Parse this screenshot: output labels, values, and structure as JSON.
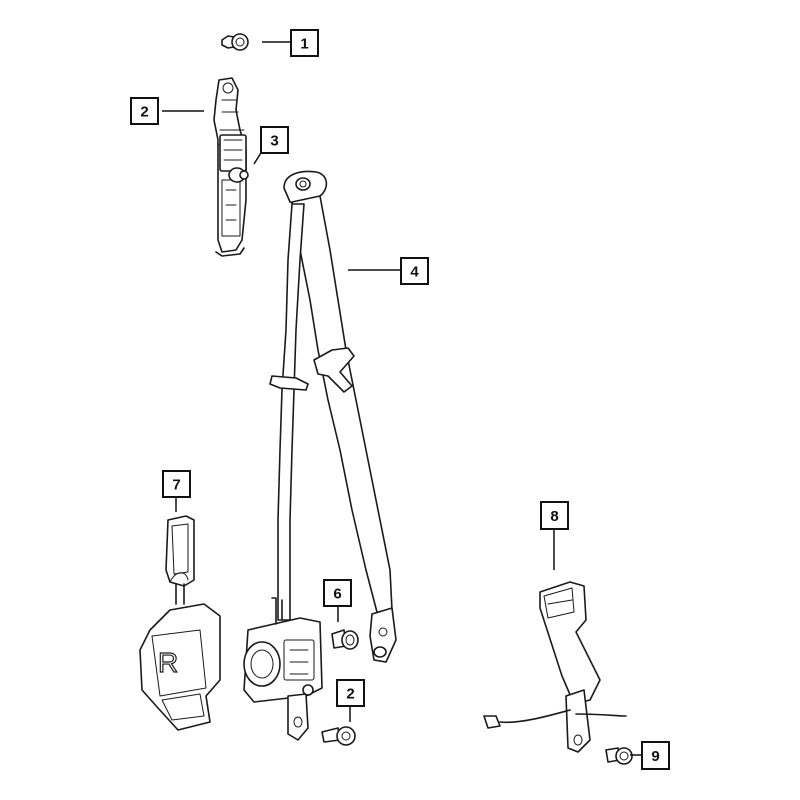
{
  "callouts": [
    {
      "id": "callout-1",
      "label": "1"
    },
    {
      "id": "callout-2-top",
      "label": "2"
    },
    {
      "id": "callout-3",
      "label": "3"
    },
    {
      "id": "callout-4",
      "label": "4"
    },
    {
      "id": "callout-6",
      "label": "6"
    },
    {
      "id": "callout-2-bottom",
      "label": "2"
    },
    {
      "id": "callout-7",
      "label": "7"
    },
    {
      "id": "callout-8",
      "label": "8"
    },
    {
      "id": "callout-9",
      "label": "9"
    }
  ],
  "cover_letter": "R"
}
